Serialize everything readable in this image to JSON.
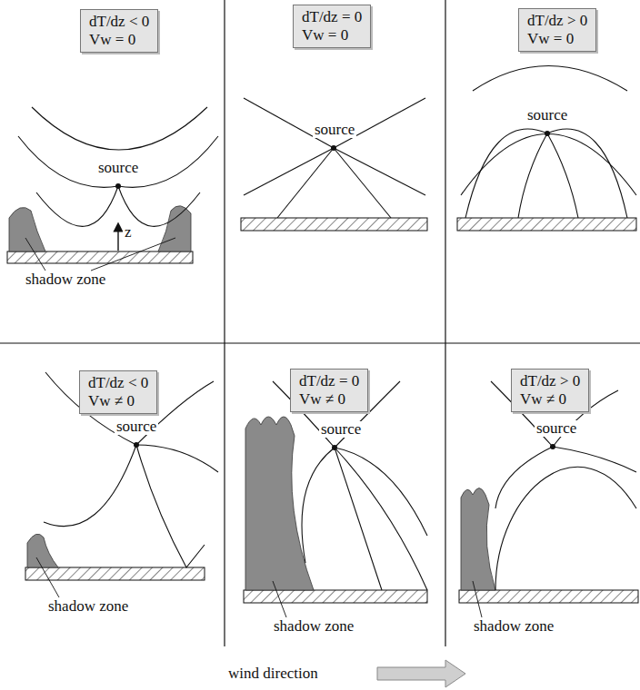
{
  "diagram": {
    "nodes": [
      {
        "text": [
          "dT/dz < 0",
          "Vw = 0"
        ]
      },
      {
        "text": [
          "dT/dz = 0",
          "Vw = 0"
        ]
      },
      {
        "text": [
          "dT/dz > 0",
          "Vw = 0"
        ]
      },
      {
        "text": [
          "dT/dz < 0",
          "Vw ≠ 0"
        ]
      },
      {
        "text": [
          "dT/dz = 0",
          "Vw ≠ 0"
        ]
      },
      {
        "text": [
          "dT/dz > 0",
          "Vw ≠ 0"
        ]
      }
    ],
    "labels": [
      "source",
      "z",
      "shadow zone",
      "source",
      "source",
      "source",
      "shadow zone",
      "source",
      "shadow zone",
      "source",
      "shadow zone",
      "wind direction"
    ]
  }
}
